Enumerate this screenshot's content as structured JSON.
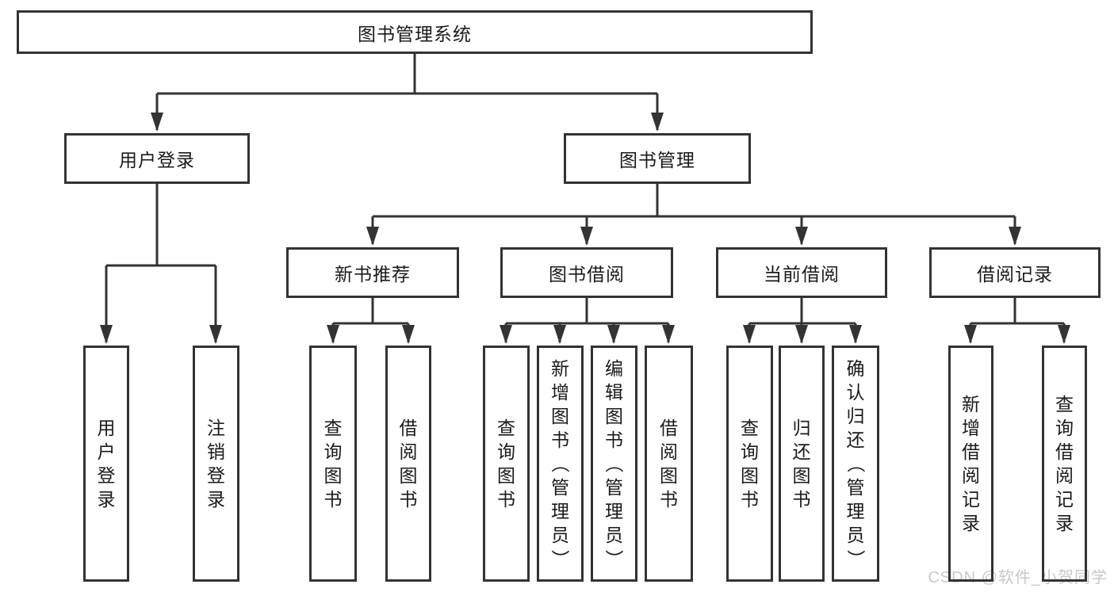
{
  "tree": {
    "label": "图书管理系统",
    "children": [
      {
        "label": "用户登录",
        "children": [
          {
            "label": "用户登录"
          },
          {
            "label": "注销登录"
          }
        ]
      },
      {
        "label": "图书管理",
        "children": [
          {
            "label": "新书推荐",
            "children": [
              {
                "label": "查询图书"
              },
              {
                "label": "借阅图书"
              }
            ]
          },
          {
            "label": "图书借阅",
            "children": [
              {
                "label": "查询图书"
              },
              {
                "label": "新增图书（管理员）"
              },
              {
                "label": "编辑图书（管理员）"
              },
              {
                "label": "借阅图书"
              }
            ]
          },
          {
            "label": "当前借阅",
            "children": [
              {
                "label": "查询图书"
              },
              {
                "label": "归还图书"
              },
              {
                "label": "确认归还（管理员）"
              }
            ]
          },
          {
            "label": "借阅记录",
            "children": [
              {
                "label": "新增借阅记录"
              },
              {
                "label": "查询借阅记录"
              }
            ]
          }
        ]
      }
    ]
  },
  "watermark": {
    "text": "CSDN @软件_小贺同学"
  },
  "colors": {
    "line": "#333333",
    "text": "#1a1a1a",
    "background": "#ffffff",
    "watermark": "#c9c9c9"
  }
}
